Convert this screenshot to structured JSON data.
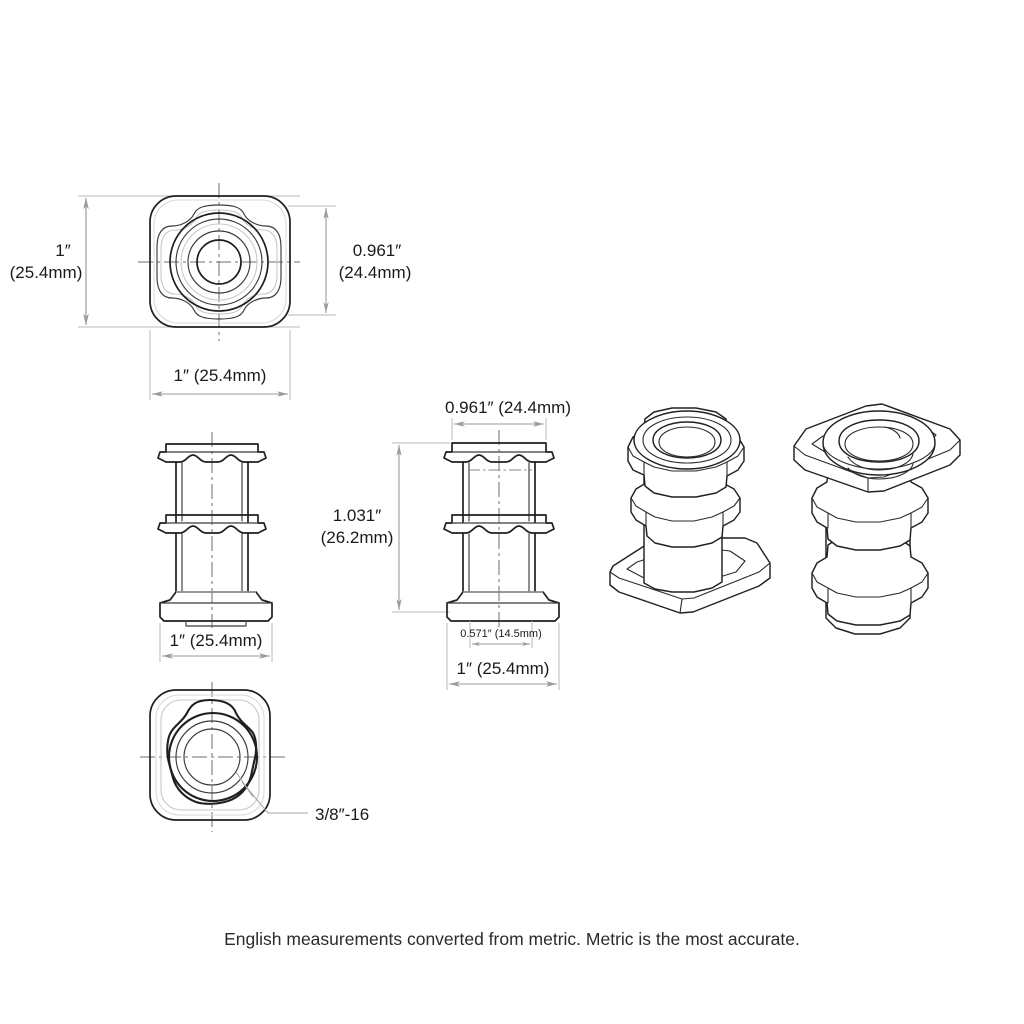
{
  "document": {
    "type": "engineering-drawing",
    "part": "3/8\"-16 threaded insert with square flange",
    "background_color": "#ffffff",
    "line_color": "#1f1f1f",
    "dimension_color": "#9a9a9a"
  },
  "caption": {
    "text": "English measurements converted from metric. Metric is the most accurate."
  },
  "views": {
    "top": {
      "name": "top-view",
      "dimensions": {
        "left_vertical": {
          "imperial": "1″",
          "metric": "(25.4mm)"
        },
        "right_vertical": {
          "imperial": "0.961″",
          "metric": "(24.4mm)"
        },
        "bottom_horizontal": {
          "combined": "1″ (25.4mm)"
        }
      }
    },
    "front_left": {
      "name": "front-side-view",
      "dimensions": {
        "bottom_horizontal": {
          "combined": "1″ (25.4mm)"
        }
      }
    },
    "front_right": {
      "name": "section-side-view",
      "dimensions": {
        "top_horizontal": {
          "combined": "0.961″ (24.4mm)"
        },
        "left_vertical": {
          "imperial": "1.031″",
          "metric": "(26.2mm)"
        },
        "inner_horizontal": {
          "combined": "0.571″ (14.5mm)"
        },
        "bottom_horizontal": {
          "combined": "1″ (25.4mm)"
        }
      }
    },
    "bottom": {
      "name": "bottom-view",
      "callout": {
        "label": "3/8″-16"
      }
    },
    "iso_left": {
      "name": "isometric-view-upright"
    },
    "iso_right": {
      "name": "isometric-view-inverted"
    }
  },
  "labels": {
    "dim_top_left_line1": "1″",
    "dim_top_left_line2": "(25.4mm)",
    "dim_top_right_line1": "0.961″",
    "dim_top_right_line2": "(24.4mm)",
    "dim_top_bottom": "1″ (25.4mm)",
    "dim_mid_left_bottom": "1″ (25.4mm)",
    "dim_mid_right_top": "0.961″ (24.4mm)",
    "dim_height_line1": "1.031″",
    "dim_height_line2": "(26.2mm)",
    "dim_inner": "0.571″ (14.5mm)",
    "dim_mid_right_bottom": "1″ (25.4mm)",
    "thread_callout": "3/8″-16"
  }
}
